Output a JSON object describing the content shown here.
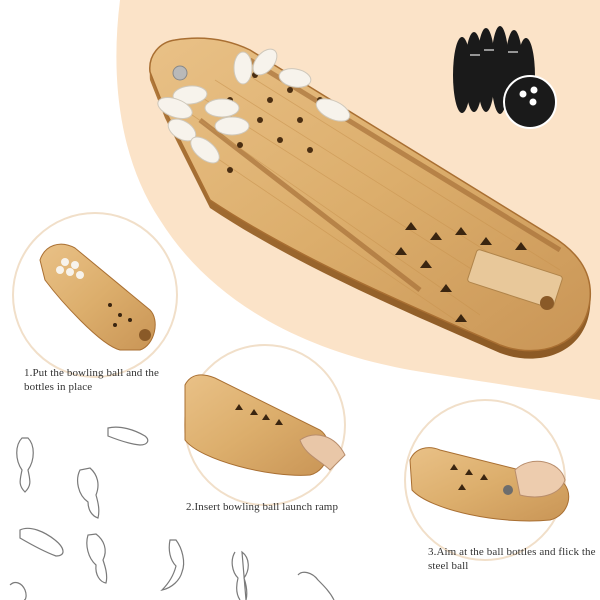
{
  "steps": [
    {
      "caption": "1.Put the bowling ball and the bottles in place"
    },
    {
      "caption": "2.Insert bowling ball launch ramp"
    },
    {
      "caption": "3.Aim at the ball bottles and flick the steel ball"
    }
  ],
  "icons": {
    "pins_and_ball": "bowling-pins-and-ball-icon",
    "decor_pins": "bowling-pin-outline-icon"
  },
  "colors": {
    "background_blob": "#fbe3c8",
    "wood_light": "#e3b877",
    "wood_dark": "#c18a45",
    "pin_white": "#f7f3ec",
    "icon_black": "#1a1a1a",
    "outline_gray": "#7a7a7a"
  }
}
